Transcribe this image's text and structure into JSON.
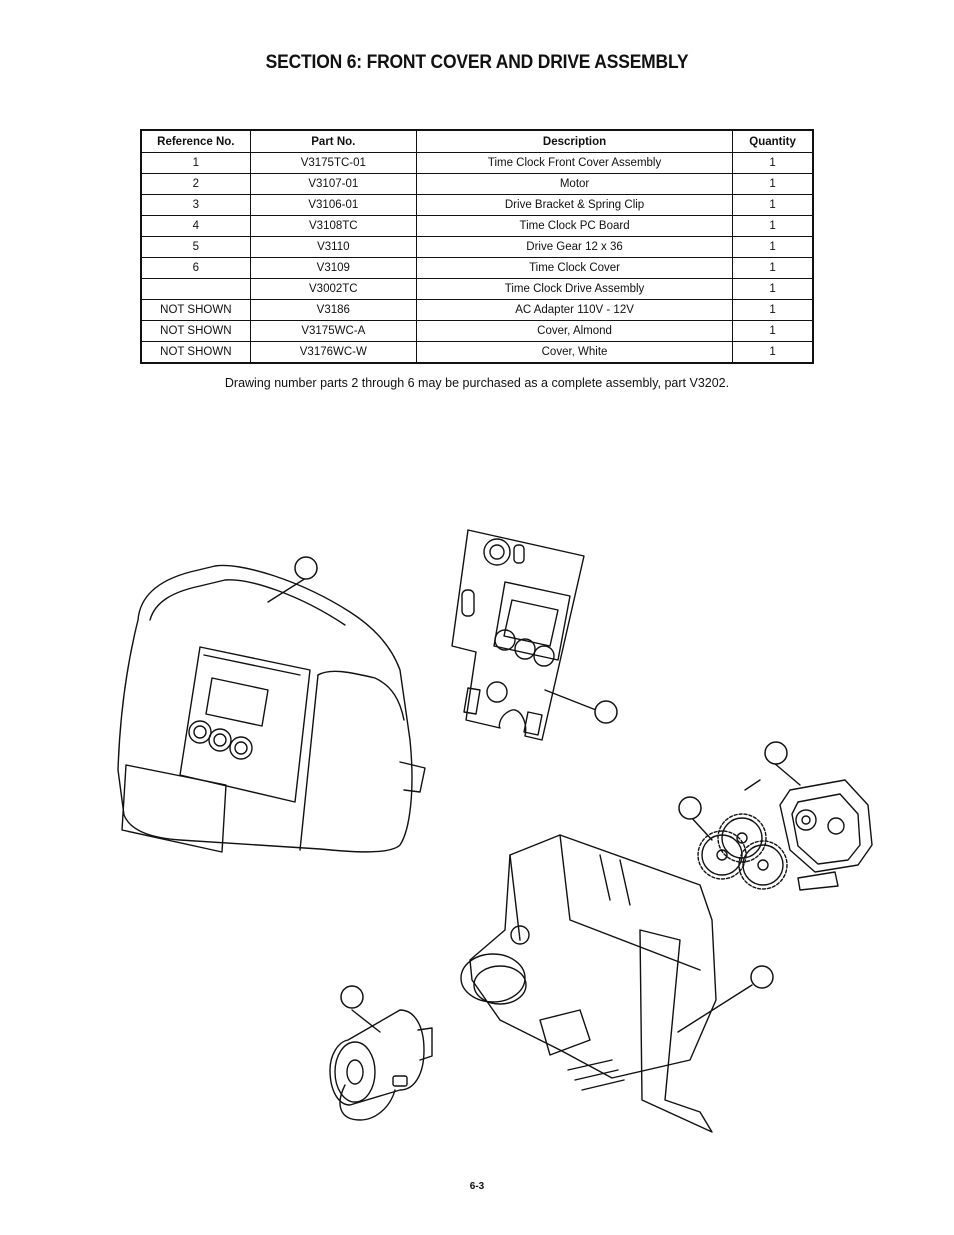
{
  "page_title": "SECTION 6: FRONT COVER AND DRIVE ASSEMBLY",
  "table": {
    "headers": [
      "Reference No.",
      "Part No.",
      "Description",
      "Quantity"
    ],
    "rows": [
      [
        "1",
        "V3175TC-01",
        "Time Clock Front Cover Assembly",
        "1"
      ],
      [
        "2",
        "V3107-01",
        "Motor",
        "1"
      ],
      [
        "3",
        "V3106-01",
        "Drive Bracket & Spring Clip",
        "1"
      ],
      [
        "4",
        "V3108TC",
        "Time Clock PC Board",
        "1"
      ],
      [
        "5",
        "V3110",
        "Drive Gear 12 x 36",
        "1"
      ],
      [
        "6",
        "V3109",
        "Time Clock Cover",
        "1"
      ],
      [
        "",
        "V3002TC",
        "Time Clock Drive Assembly",
        "1"
      ],
      [
        "NOT SHOWN",
        "V3186",
        "AC Adapter 110V - 12V",
        "1"
      ],
      [
        "NOT SHOWN",
        "V3175WC-A",
        "Cover, Almond",
        "1"
      ],
      [
        "NOT SHOWN",
        "V3176WC-W",
        "Cover, White",
        "1"
      ]
    ]
  },
  "note": "Drawing number parts 2 through 6 may be purchased as a complete assembly, part V3202.",
  "page_number": "6-3"
}
